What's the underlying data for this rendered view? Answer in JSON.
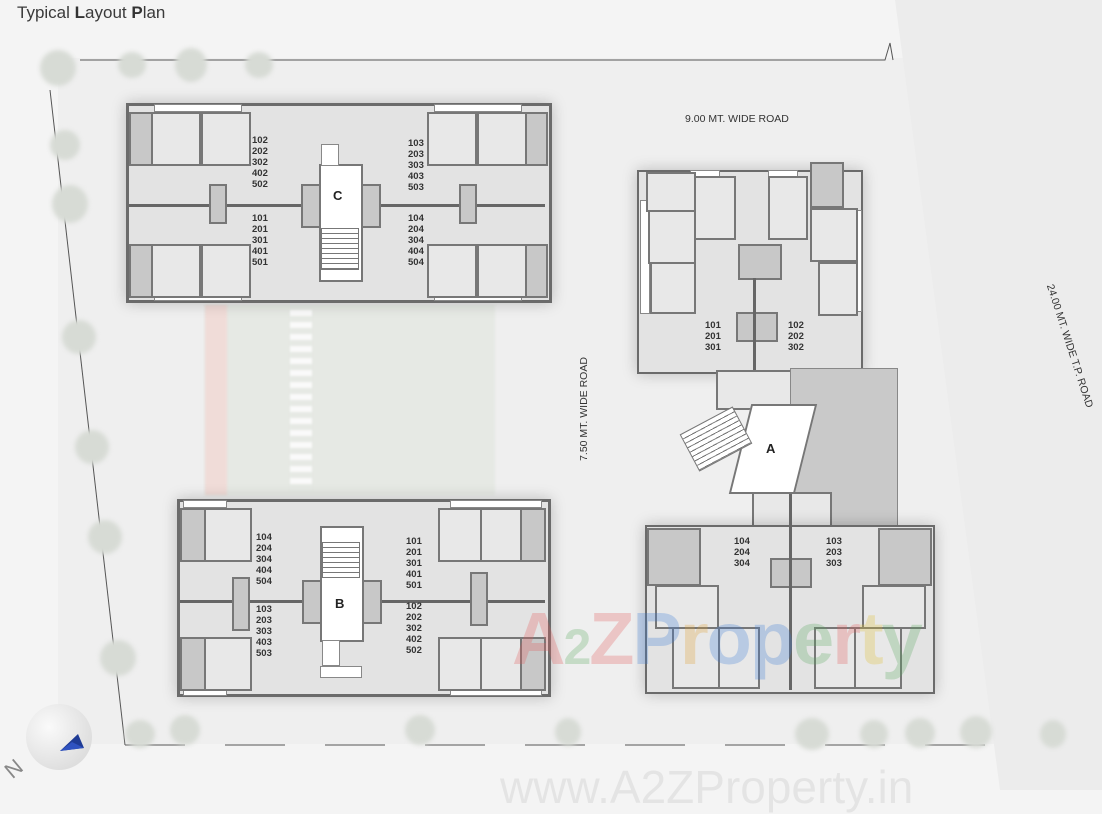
{
  "title": {
    "part1": "Typical ",
    "bold1": "L",
    "part2": "ayout ",
    "bold2": "P",
    "part3": "lan"
  },
  "roads": {
    "top": "9.00 MT. WIDE ROAD",
    "middle": "7.50 MT. WIDE ROAD",
    "right": "24.00 MT. WIDE T.P. ROAD"
  },
  "buildings": {
    "C": {
      "label": "C",
      "units": {
        "top_left": [
          "102",
          "202",
          "302",
          "402",
          "502"
        ],
        "bottom_left": [
          "101",
          "201",
          "301",
          "401",
          "501"
        ],
        "top_right": [
          "103",
          "203",
          "303",
          "403",
          "503"
        ],
        "bottom_right": [
          "104",
          "204",
          "304",
          "404",
          "504"
        ]
      }
    },
    "B": {
      "label": "B",
      "units": {
        "top_left": [
          "104",
          "204",
          "304",
          "404",
          "504"
        ],
        "bottom_left": [
          "103",
          "203",
          "303",
          "403",
          "503"
        ],
        "top_right": [
          "101",
          "201",
          "301",
          "401",
          "501"
        ],
        "bottom_right": [
          "102",
          "202",
          "302",
          "402",
          "502"
        ]
      }
    },
    "A": {
      "label": "A",
      "units": {
        "upper_left": [
          "101",
          "201",
          "301"
        ],
        "upper_right": [
          "102",
          "202",
          "302"
        ],
        "lower_left": [
          "104",
          "204",
          "304"
        ],
        "lower_right": [
          "103",
          "203",
          "303"
        ]
      }
    }
  },
  "compass": {
    "label": "N"
  },
  "watermark": {
    "logo": "A2ZProperty",
    "url": "www.A2ZProperty.in"
  },
  "colors": {
    "wall": "#666666",
    "floor": "#e3e3e3",
    "accent_compass": "#1f3b95"
  }
}
